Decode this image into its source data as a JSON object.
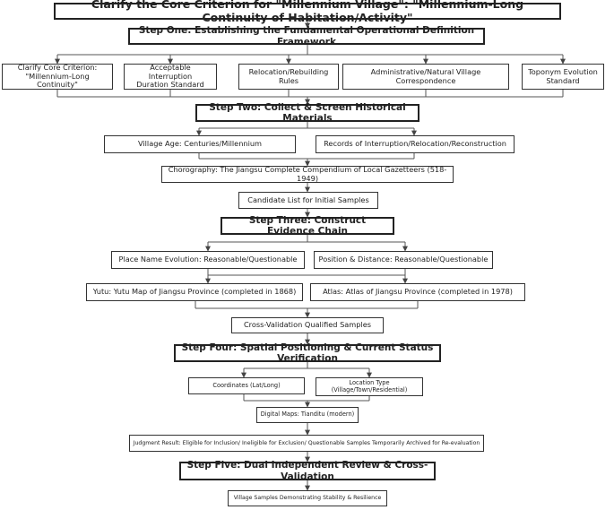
{
  "title": "Clarify the Core Criterion for \"Millennium Village\": \"Millennium-Long Continuity of Habitation/Activity\"",
  "step1": {
    "heading": "Step One: Establishing the Fundamental Operational Definition Framework",
    "items": [
      "Clarify Core Criterion:\n\"Millennium-Long Continuity\"",
      "Acceptable Interruption\nDuration Standard",
      "Relocation/Rebuilding\nRules",
      "Administrative/Natural Village\nCorrespondence",
      "Toponym Evolution\nStandard"
    ]
  },
  "step2": {
    "heading": "Step Two: Collect & Screen Historical Materials",
    "village_age": "Village Age: Centuries/Millennium",
    "records": "Records of Interruption/Relocation/Reconstruction",
    "chorography": "Chorography: The Jiangsu Complete Compendium of Local Gazetteers (518-1949)",
    "candidate_list": "Candidate List for Initial Samples"
  },
  "step3": {
    "heading": "Step Three: Construct Evidence Chain",
    "place_name": "Place Name Evolution: Reasonable/Questionable",
    "position": "Position & Distance: Reasonable/Questionable",
    "yutu": "Yutu: Yutu Map of Jiangsu Province (completed in 1868)",
    "atlas": "Atlas: Atlas of Jiangsu Province (completed in 1978)",
    "cross_validation": "Cross-Validation Qualified Samples"
  },
  "step4": {
    "heading": "Step Four: Spatial Positioning & Current Status Verification",
    "coordinates": "Coordinates (Lat/Long)",
    "location_type": "Location Type\n(Village/Town/Residential)",
    "digital_maps": "Digital Maps: Tianditu (modern)",
    "judgment": "Judgment Result: Eligible for Inclusion/ Ineligible for Exclusion/ Questionable Samples Temporarily Archived for Re-evaluation"
  },
  "step5": {
    "heading": "Step Five: Dual Independent Review & Cross-Validation",
    "result": "Village Samples Demonstrating Stability & Resilience"
  }
}
